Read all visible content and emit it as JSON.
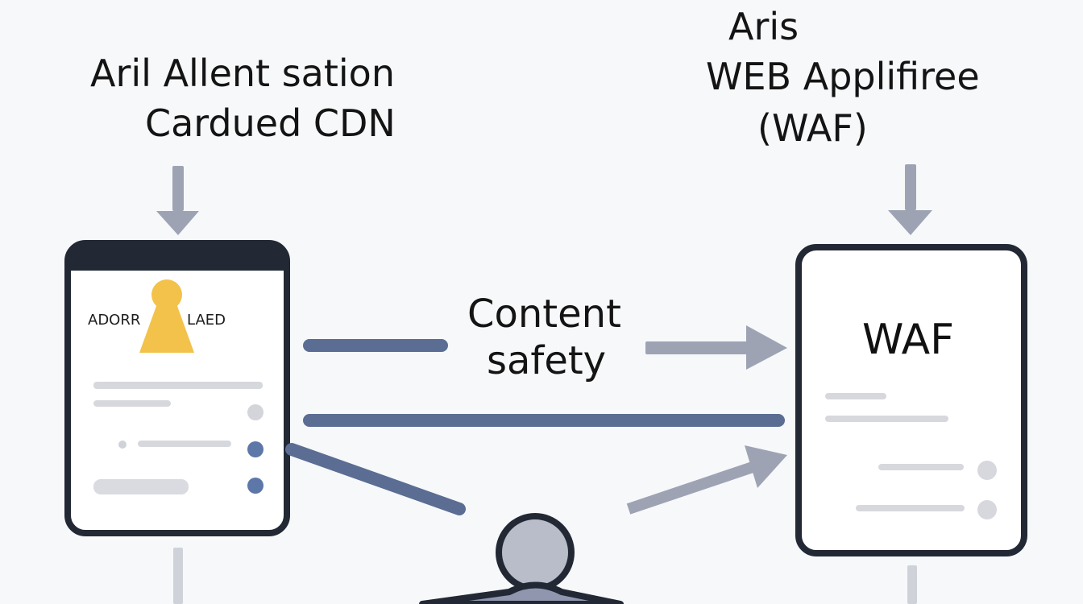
{
  "left_title": {
    "line1": "Aril Allent sation",
    "line2": "Cardued CDN"
  },
  "right_title": {
    "line1": "Aris",
    "line2": "WEB Applifiree",
    "line3": "(WAF)"
  },
  "center_label": {
    "line1": "Content",
    "line2": "safety"
  },
  "left_card": {
    "left_text": "ADORR",
    "right_text": "LAED"
  },
  "right_card": {
    "heading": "WAF"
  },
  "colors": {
    "arrow_gray": "#9ea3b4",
    "line_blue": "#5b6d92",
    "card_border": "#222834",
    "keyhole_yellow": "#f2c24a",
    "accent_blue": "#5d77a8"
  },
  "icons": {
    "left_card_lock": "keyhole-icon",
    "bottom_person": "person-icon"
  }
}
